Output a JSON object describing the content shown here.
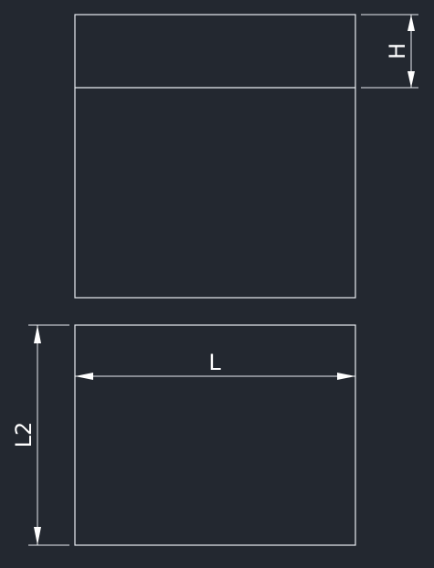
{
  "colors": {
    "background": "#232830",
    "line": "#e9edf2",
    "arrow": "#ffffff",
    "text": "#ffffff"
  },
  "views": {
    "top_view": {
      "name": "upper-rectangle-view"
    },
    "bottom_view": {
      "name": "lower-rectangle-view"
    }
  },
  "dimensions": {
    "height_label": "H",
    "length_label": "L",
    "length2_label": "L2"
  }
}
